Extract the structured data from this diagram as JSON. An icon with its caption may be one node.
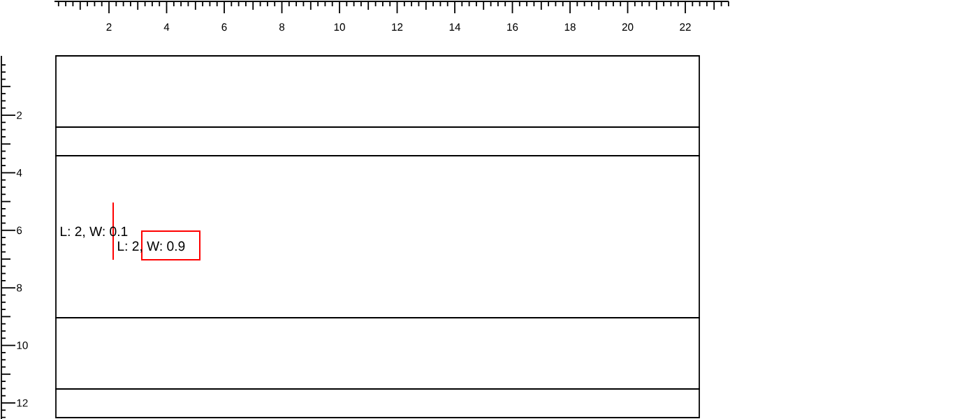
{
  "diagram": {
    "labels": [
      "2",
      "4",
      "6",
      "8",
      "10",
      "12",
      "14",
      "16",
      "18",
      "20",
      "22",
      "2",
      "4",
      "6",
      "L: 2, W: 0.1",
      "L: 2, W: 0.9",
      "8",
      "10",
      "12"
    ]
  }
}
